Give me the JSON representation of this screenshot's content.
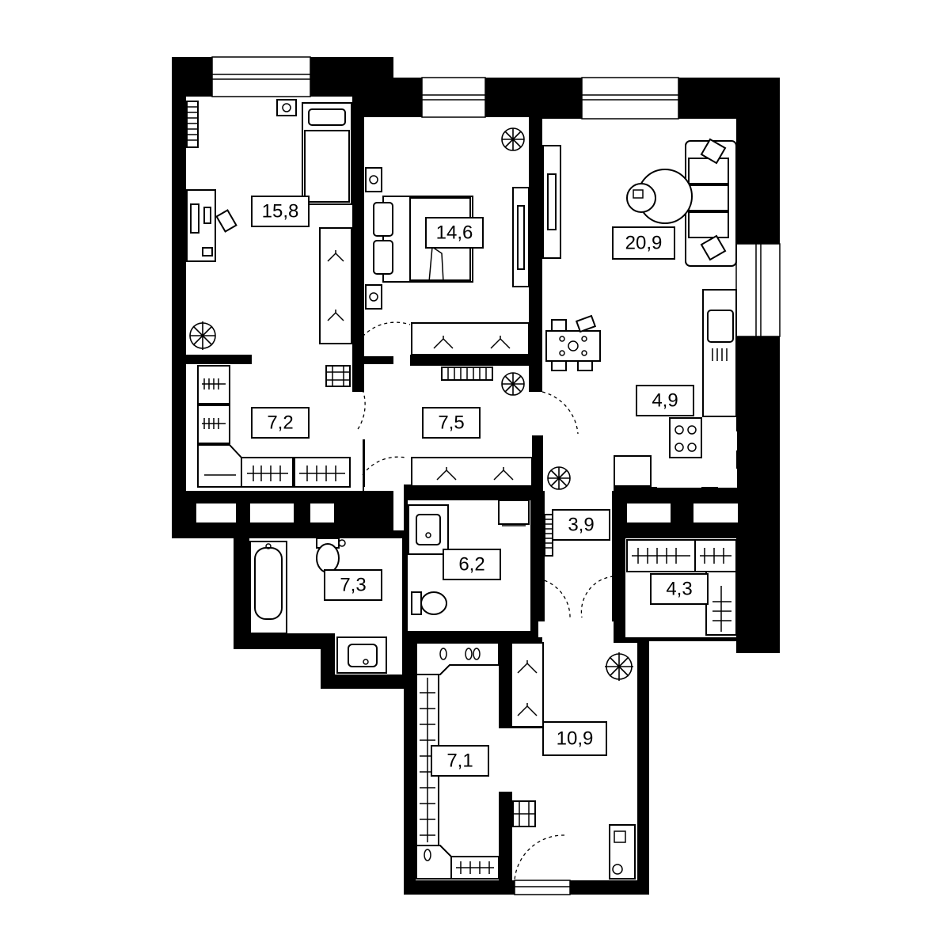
{
  "floor_plan": {
    "rooms": [
      {
        "id": "bedroom-1",
        "area": "15,8"
      },
      {
        "id": "bedroom-2",
        "area": "14,6"
      },
      {
        "id": "living-room",
        "area": "20,9"
      },
      {
        "id": "walk-in-closet-left",
        "area": "7,2"
      },
      {
        "id": "hall-central",
        "area": "7,5"
      },
      {
        "id": "kitchen",
        "area": "4,9"
      },
      {
        "id": "bathroom-1",
        "area": "7,3"
      },
      {
        "id": "bathroom-2",
        "area": "6,2"
      },
      {
        "id": "corridor",
        "area": "3,9"
      },
      {
        "id": "walk-in-closet-right",
        "area": "4,3"
      },
      {
        "id": "walk-in-closet-bottom",
        "area": "7,1"
      },
      {
        "id": "entrance-hall",
        "area": "10,9"
      }
    ],
    "colors": {
      "wall": "#000000",
      "floor": "#ffffff"
    },
    "icons": [
      "bed-icon",
      "desk-icon",
      "chair-icon",
      "wardrobe-icon",
      "hanger-icon",
      "plant-icon",
      "sofa-icon",
      "round-table-icon",
      "dining-table-icon",
      "sink-icon",
      "stove-icon",
      "bathtub-icon",
      "toilet-icon",
      "washing-machine-icon",
      "window-icon",
      "door-arc-icon"
    ]
  }
}
